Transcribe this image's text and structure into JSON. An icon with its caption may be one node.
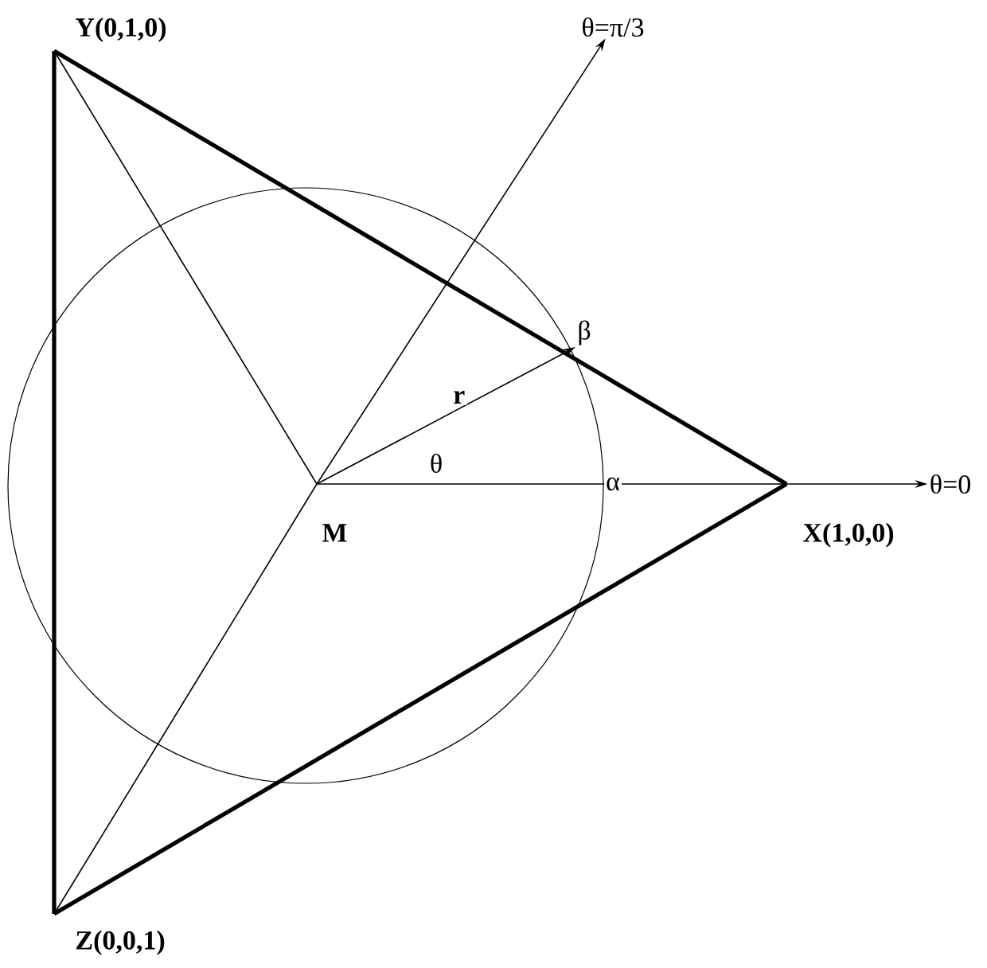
{
  "diagram": {
    "nodes": [
      {
        "text": [
          "Y(0,1,0)"
        ]
      },
      {
        "text": [
          "Z(0,0,1)"
        ]
      },
      {
        "text": [
          "X(1,0,0)"
        ]
      },
      {
        "text": [
          "M"
        ]
      },
      {
        "text": [
          "θ=π/3"
        ]
      },
      {
        "text": [
          "θ=0"
        ]
      },
      {
        "text": [
          "β"
        ]
      }
    ],
    "edges": [
      {
        "from": 0,
        "to": 2,
        "arrow": "none",
        "style": "thick"
      },
      {
        "from": 2,
        "to": 1,
        "arrow": "none",
        "style": "thick"
      },
      {
        "from": 1,
        "to": 0,
        "arrow": "none",
        "style": "thick"
      },
      {
        "from": 0,
        "to": 3,
        "arrow": "none"
      },
      {
        "from": 1,
        "to": 3,
        "arrow": "none"
      },
      {
        "from": 3,
        "to": 4,
        "arrow": "to"
      },
      {
        "from": 3,
        "to": 2,
        "arrow": "none"
      },
      {
        "from": 2,
        "to": 5,
        "arrow": "to"
      },
      {
        "from": 3,
        "to": 6,
        "arrow": "to",
        "label": "r"
      }
    ],
    "labels": [
      "θ",
      "α"
    ]
  }
}
